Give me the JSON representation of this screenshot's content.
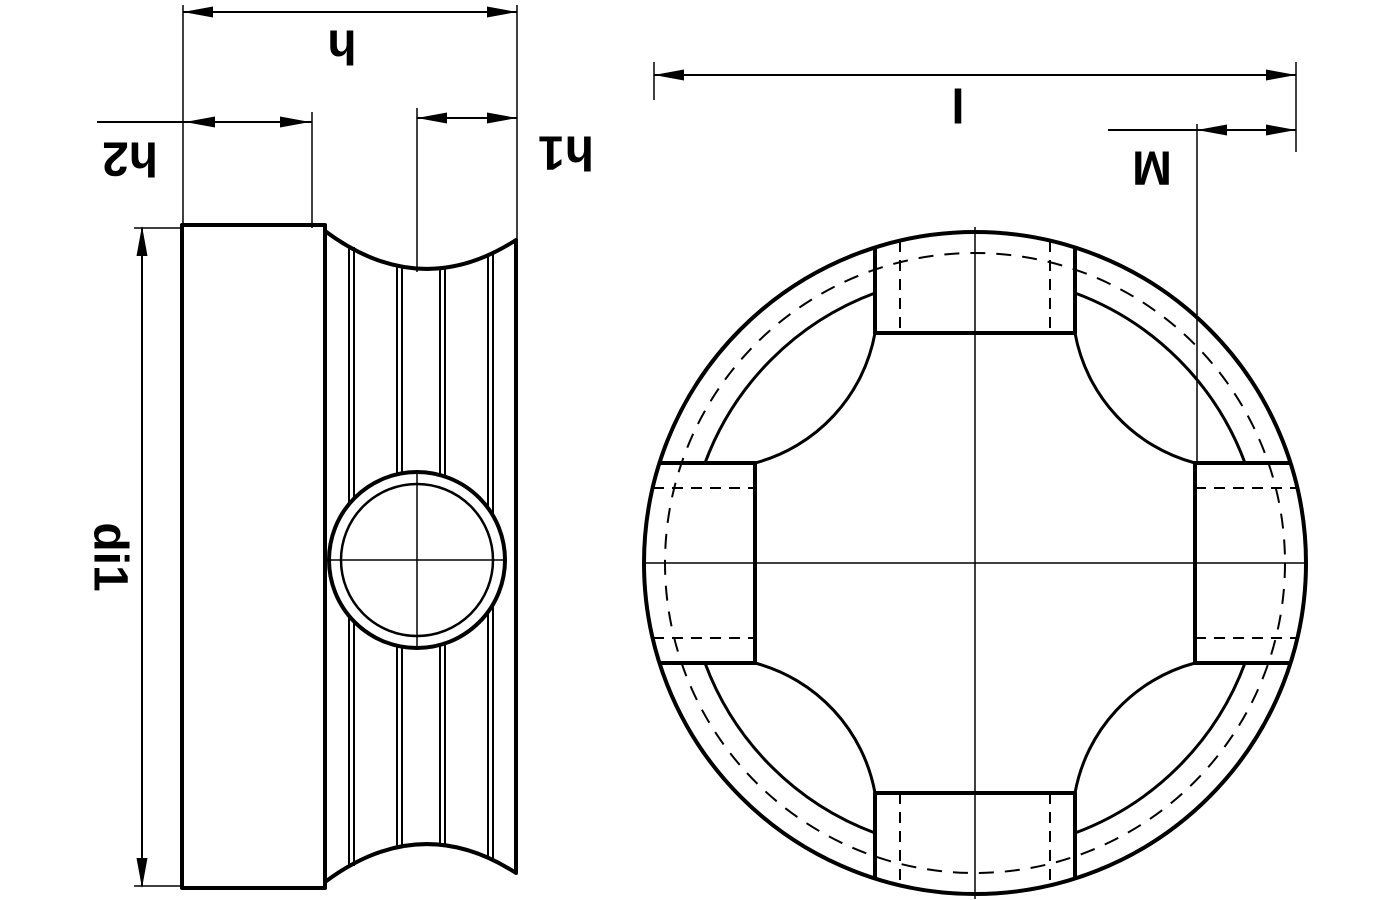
{
  "colors": {
    "line": "#000000",
    "background": "#ffffff"
  },
  "dimensions": {
    "side_view": {
      "h": "h",
      "h2": "h2",
      "h1": "h1",
      "di1": "di1"
    },
    "front_view": {
      "l": "l",
      "M": "M"
    }
  }
}
